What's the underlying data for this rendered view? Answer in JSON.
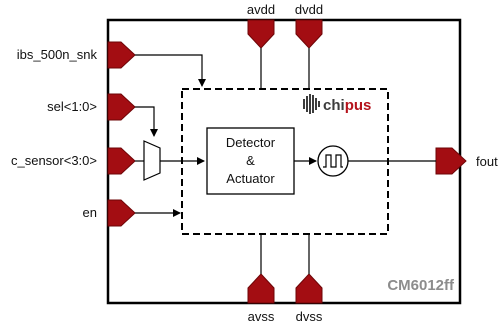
{
  "colors": {
    "pin_fill": "#a30d12",
    "pin_stroke": "#6e0507",
    "logo_red": "#b5121b",
    "logo_dark": "#3c3c3c",
    "part_gray": "#8c8c8c",
    "line": "#000000"
  },
  "pins": {
    "left": [
      "ibs_500n_snk",
      "sel<1:0>",
      "c_sensor<3:0>",
      "en"
    ],
    "top": [
      "avdd",
      "dvdd"
    ],
    "bottom": [
      "avss",
      "dvss"
    ],
    "right": [
      "fout"
    ]
  },
  "blocks": {
    "detector": {
      "line1": "Detector",
      "line2": "&",
      "line3": "Actuator"
    },
    "oscillator_icon": "square-wave-oscillator-icon",
    "mux_icon": "multiplexer-icon"
  },
  "logo": {
    "part1": "chi",
    "part2": "pus",
    "mark_icon": "chipus-swirl-icon"
  },
  "part_number": "CM6012ff"
}
